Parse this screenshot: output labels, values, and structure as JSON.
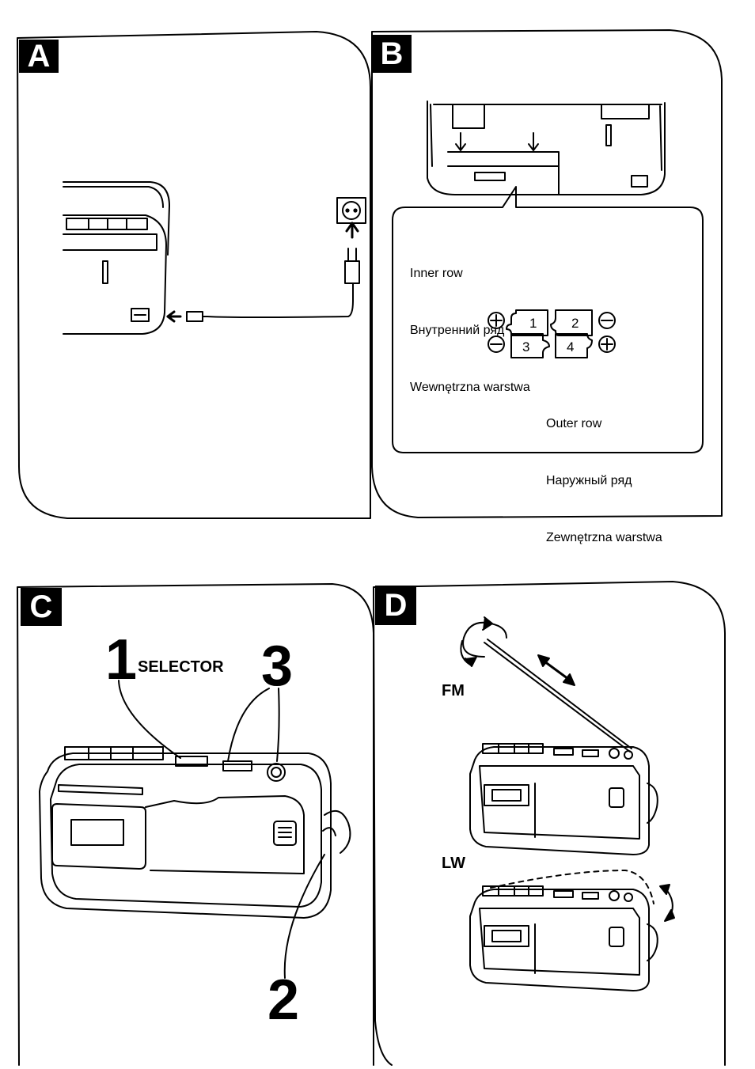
{
  "panels": {
    "a": {
      "badge": "A"
    },
    "b": {
      "badge": "B",
      "inner_row": [
        "Inner row",
        "Внутренний ряд",
        "Wewnętrzna warstwa"
      ],
      "outer_row": [
        "Outer row",
        "Наружный ряд",
        "Zewnętrzna warstwa"
      ],
      "cells": [
        "1",
        "2",
        "3",
        "4"
      ]
    },
    "c": {
      "badge": "C",
      "step1": "1",
      "selector": "SELECTOR",
      "step2": "2",
      "step3": "3"
    },
    "d": {
      "badge": "D",
      "fm": "FM",
      "lw": "LW"
    }
  }
}
